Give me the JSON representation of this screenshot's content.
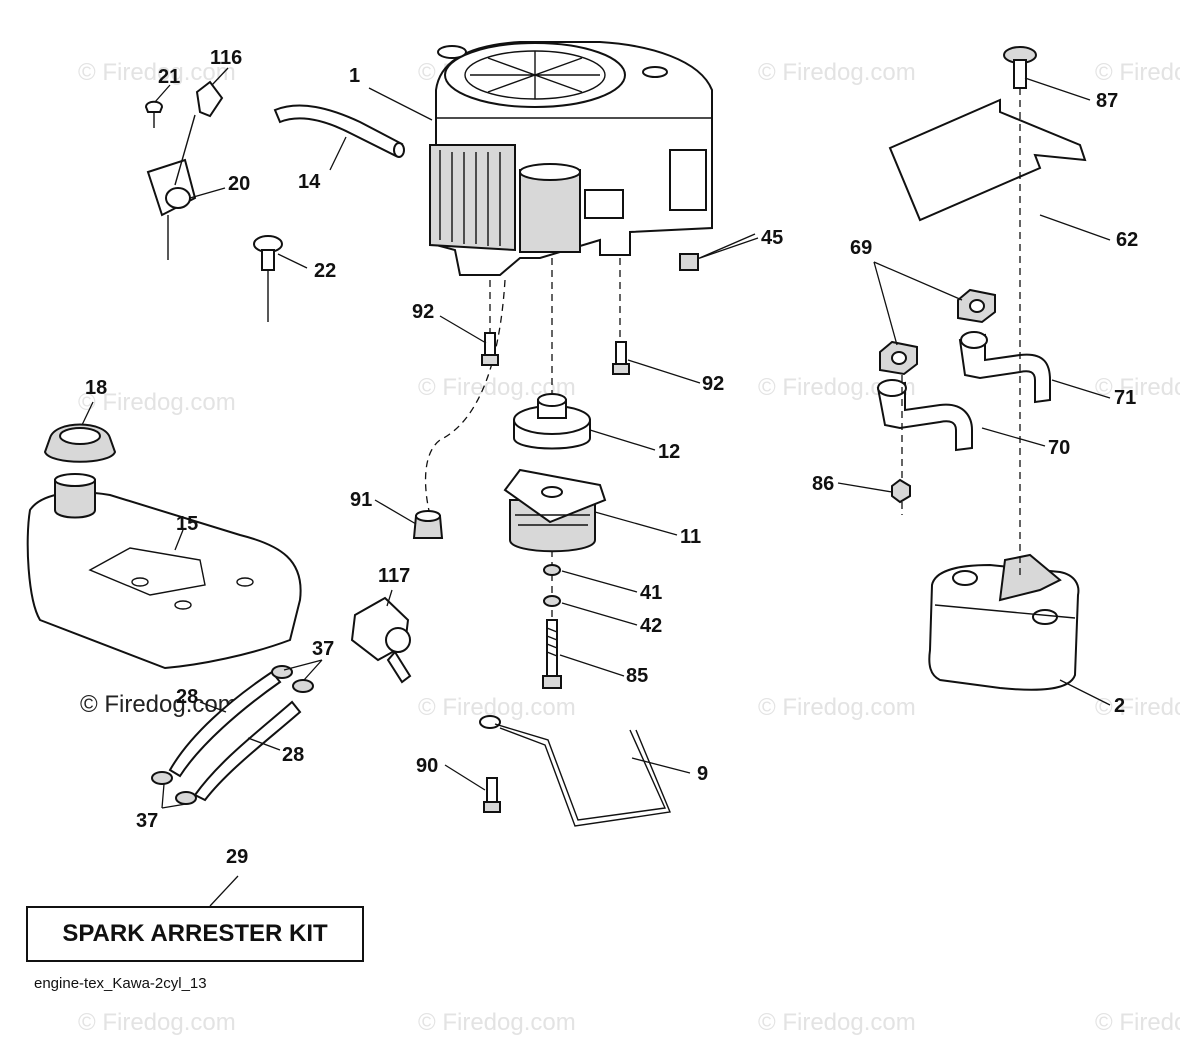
{
  "diagram": {
    "identifier": "engine-tex_Kawa-2cyl_13",
    "kit_label": "SPARK ARRESTER KIT",
    "watermark": "© Firedog.com",
    "callouts": {
      "c1": "1",
      "c2": "2",
      "c9": "9",
      "c11": "11",
      "c12": "12",
      "c14": "14",
      "c15": "15",
      "c18": "18",
      "c20": "20",
      "c21": "21",
      "c22": "22",
      "c28a": "28",
      "c28b": "28",
      "c29": "29",
      "c37a": "37",
      "c37b": "37",
      "c41": "41",
      "c42": "42",
      "c45": "45",
      "c62": "62",
      "c69": "69",
      "c70": "70",
      "c71": "71",
      "c85": "85",
      "c86": "86",
      "c87": "87",
      "c90": "90",
      "c91": "91",
      "c92a": "92",
      "c92b": "92",
      "c116": "116",
      "c117": "117"
    }
  }
}
